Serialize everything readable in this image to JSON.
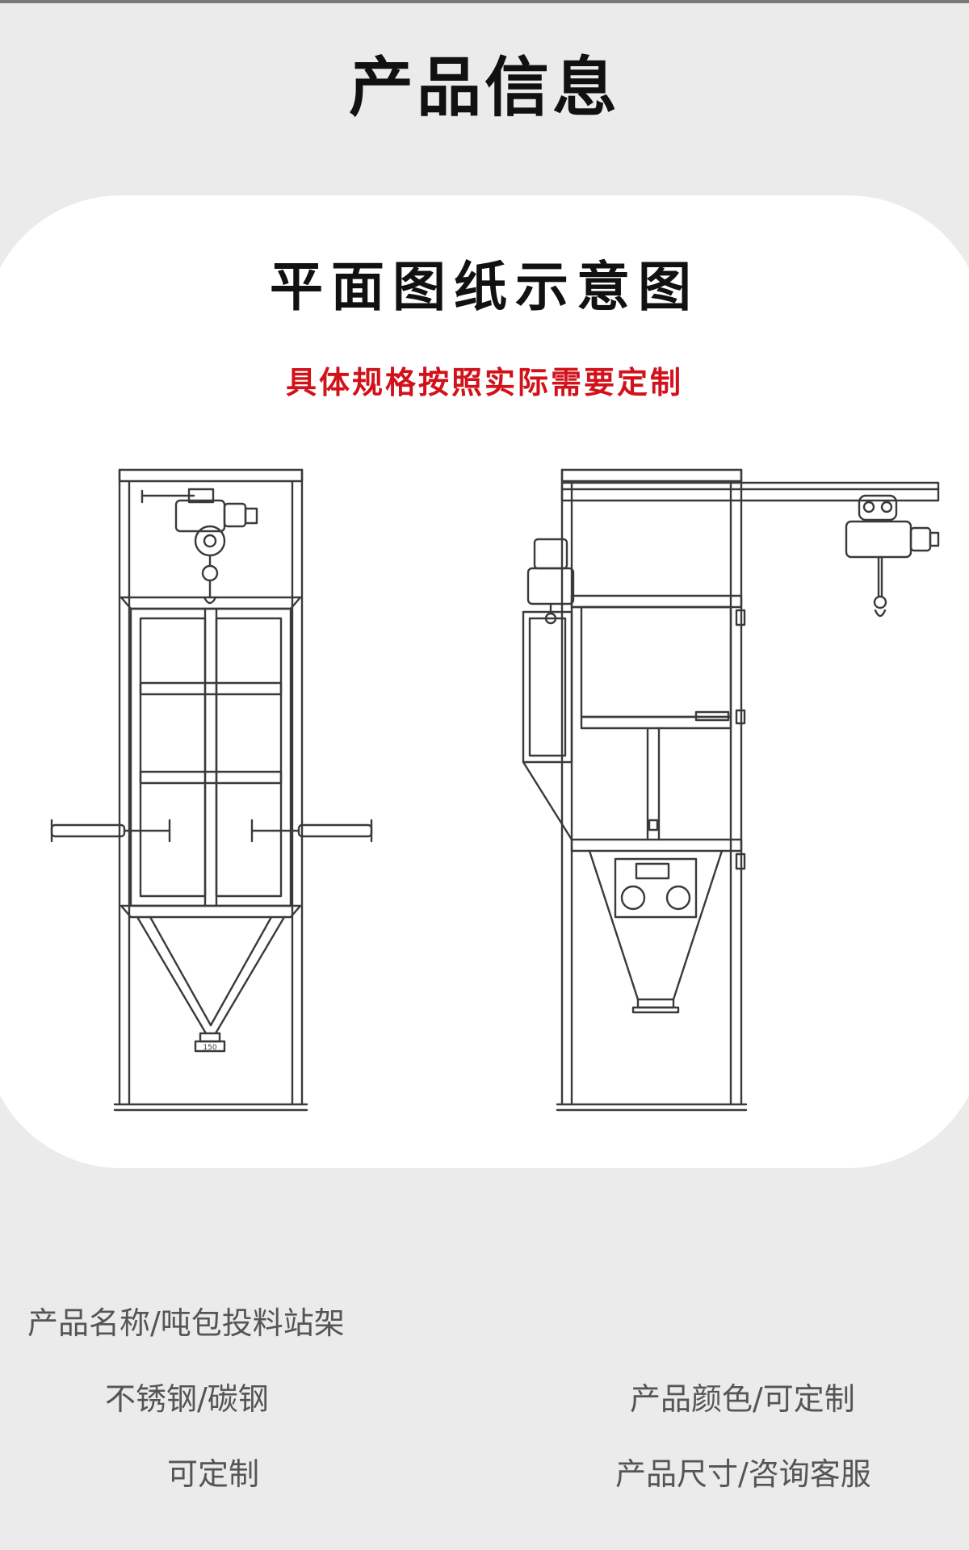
{
  "header": {
    "title": "产品信息"
  },
  "diagram_card": {
    "title": "平面图纸示意图",
    "subtitle": "具体规格按照实际需要定制",
    "labels": {
      "outlet_size": "150"
    }
  },
  "info": {
    "product_name": "产品名称/吨包投料站架",
    "material": "不锈钢/碳钢",
    "color": "产品颜色/可定制",
    "customizable": "可定制",
    "size": "产品尺寸/咨询客服"
  },
  "colors": {
    "background": "#ebebeb",
    "card": "#ffffff",
    "accent_red": "#d2121b",
    "line": "#3a3a3a"
  }
}
